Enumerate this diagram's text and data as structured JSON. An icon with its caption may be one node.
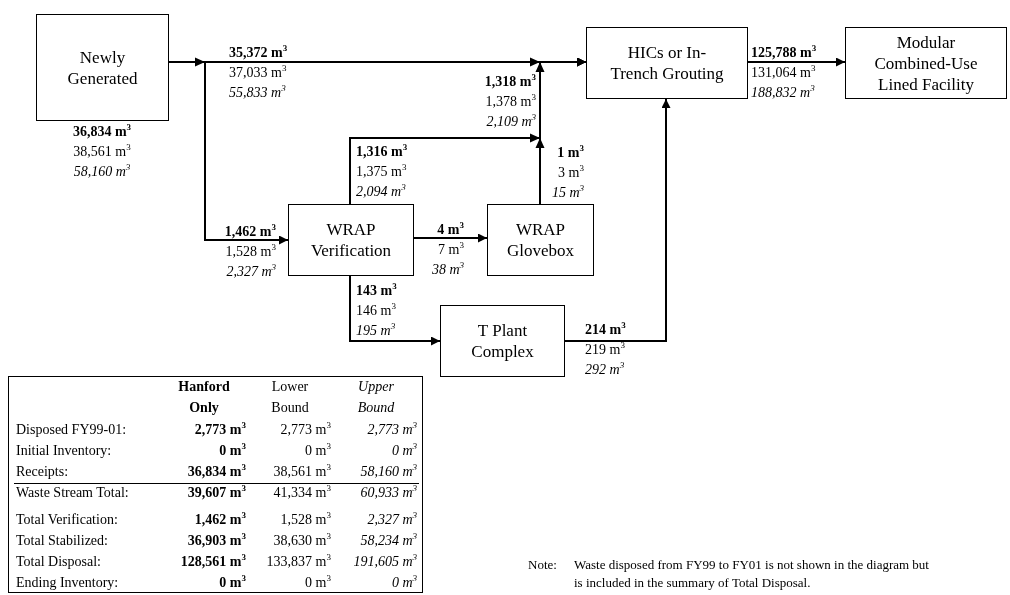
{
  "diagram": {
    "nodes": [
      {
        "text": [
          "Newly Generated"
        ],
        "beside": [
          "**36,834 m$^{3}$** 38,561 m$^{3}$ *58,160 m$^{3}$*"
        ]
      },
      {
        "text": [
          "HICs or In-Trench Grouting"
        ]
      },
      {
        "text": [
          "Modular Combined-Use Lined Facility"
        ]
      },
      {
        "text": [
          "WRAP Verification"
        ]
      },
      {
        "text": [
          "WRAP Glovebox"
        ]
      },
      {
        "text": [
          "T Plant Complex"
        ]
      }
    ],
    "edges": [
      {
        "from": 0,
        "to": 1,
        "arrow": "to",
        "label": "**35,372 m$^{3}$** 37,033 m$^{3}$ *55,833 m$^{3}$*"
      },
      {
        "from": 0,
        "to": 3,
        "arrow": "to",
        "label": "**1,462 m$^{3}$** 1,528 m$^{3}$ *2,327 m$^{3}$*"
      },
      {
        "from": 3,
        "to": 4,
        "arrow": "to",
        "label": "**4 m$^{3}$** 7 m$^{3}$ *38 m$^{3}$*"
      },
      {
        "from": 3,
        "to": 1,
        "arrow": "to",
        "label": "**1,316 m$^{3}$** 1,375 m$^{3}$ *2,094 m$^{3}$*"
      },
      {
        "from": 4,
        "to": 1,
        "arrow": "to",
        "label": "**1 m$^{3}$** 3 m$^{3}$ *15 m$^{3}$*"
      },
      {
        "from": 3,
        "to": 5,
        "arrow": "to",
        "label": "**143 m$^{3}$** 146 m$^{3}$ *195 m$^{3}$*"
      },
      {
        "from": 5,
        "to": 1,
        "arrow": "to",
        "label": "**214 m$^{3}$** 219 m$^{3}$ *292 m$^{3}$*"
      },
      {
        "from": 1,
        "to": 2,
        "arrow": "to",
        "label": "**125,788 m$^{3}$** 131,064 m$^{3}$ *188,832 m$^{3}$*"
      }
    ],
    "labels": [
      "**1,318 m$^{3}$** 1,378 m$^{3}$ *2,109 m$^{3}$*",
      "Hanford Only",
      "Lower Bound",
      "Upper Bound",
      "Disposed FY99-01:",
      "2,773 m$^{3}$",
      "2,773 m$^{3}$",
      "2,773 m$^{3}$",
      "Initial Inventory:",
      "0 m$^{3}$",
      "0 m$^{3}$",
      "0 m$^{3}$",
      "Receipts:",
      "36,834 m$^{3}$",
      "38,561 m$^{3}$",
      "58,160 m$^{3}$",
      "Waste Stream Total:",
      "39,607 m$^{3}$",
      "41,334 m$^{3}$",
      "60,933 m$^{3}$",
      "Total Verification:",
      "1,462 m$^{3}$",
      "1,528 m$^{3}$",
      "2,327 m$^{3}$",
      "Total Stabilized:",
      "36,903 m$^{3}$",
      "38,630 m$^{3}$",
      "58,234 m$^{3}$",
      "Total Disposal:",
      "128,561 m$^{3}$",
      "133,837 m$^{3}$",
      "191,605 m$^{3}$",
      "Ending Inventory:",
      "0 m$^{3}$",
      "0 m$^{3}$",
      "0 m$^{3}$",
      "Note:",
      "Waste disposed from FY99 to FY01 is not shown in the diagram but is included in the summary of Total Disposal."
    ]
  }
}
